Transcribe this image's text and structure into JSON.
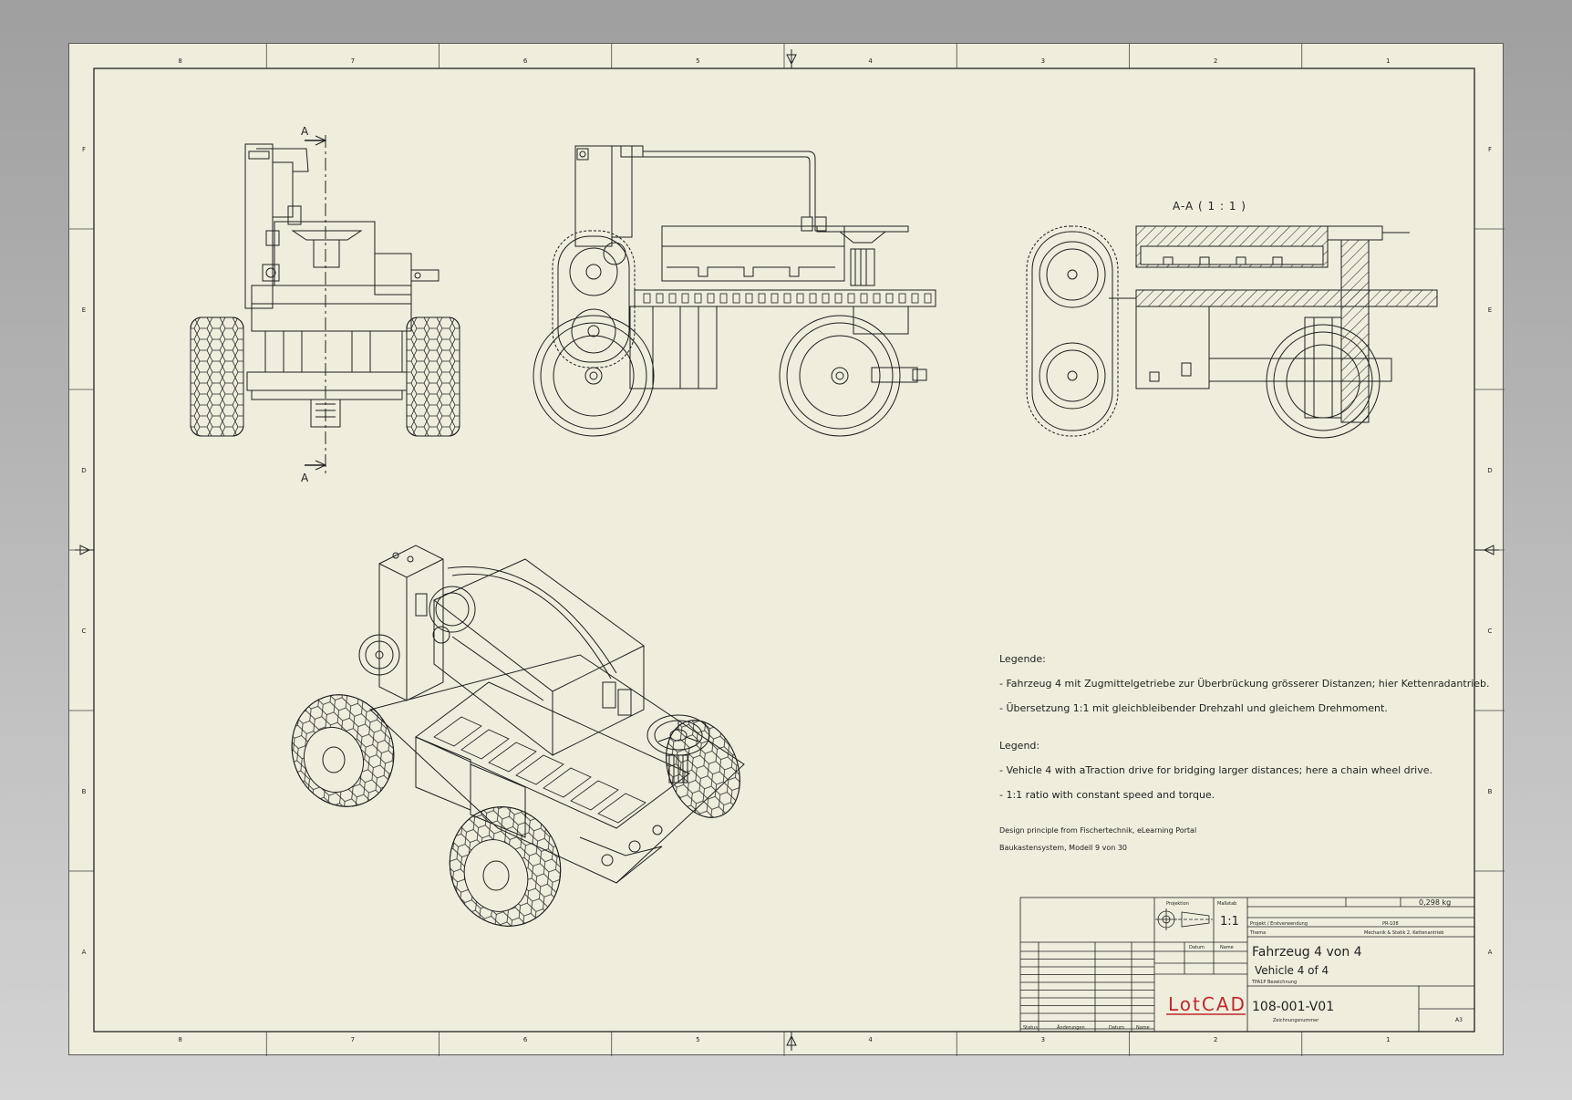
{
  "frame": {
    "top_columns": [
      "8",
      "7",
      "6",
      "5",
      "4",
      "3",
      "2",
      "1"
    ],
    "side_rows": [
      "F",
      "E",
      "D",
      "C",
      "B",
      "A"
    ]
  },
  "views": {
    "section_label": "A-A ( 1 : 1 )",
    "cut_marker": "A"
  },
  "legend_de": {
    "title": "Legende:",
    "line1": "- Fahrzeug 4 mit Zugmittelgetriebe zur Überbrückung grösserer Distanzen; hier Kettenradantrieb.",
    "line2": "- Übersetzung 1:1 mit gleichbleibender Drehzahl und gleichem Drehmoment."
  },
  "legend_en": {
    "title": "Legend:",
    "line1": "- Vehicle 4 with aTraction drive for bridging larger distances; here a chain wheel drive.",
    "line2": "- 1:1 ratio with constant speed and torque."
  },
  "credits": {
    "line1": "Design principle from Fischertechnik, eLearning Portal",
    "line2": "Baukastensystem, Modell 9 von 30"
  },
  "title_block": {
    "scale_label": "Maßstab",
    "scale": "1:1",
    "projection_label": "Projektion",
    "mass": "0,298 kg",
    "project_label": "Projekt / Erstverwendung",
    "project_code": "PR-108",
    "theme_label": "Thema",
    "theme_value": "Mechanik & Statik 2, Kettenantrieb",
    "datum_label": "Datum",
    "name_label": "Name",
    "title_de": "Fahrzeug 4 von 4",
    "title_en": "Vehicle 4 of 4",
    "subtitle": "TPA1P Bezeichnung",
    "logo": "LotCAD",
    "drawing_number": "108-001-V01",
    "drawing_number_label": "Zeichnungsnummer",
    "sheet_format": "A3",
    "rev_headers": [
      "Status",
      "Änderungen",
      "Datum",
      "Name"
    ]
  },
  "colors": {
    "paper": "#efeedd",
    "line": "#1e1e1e",
    "logo": "#c0282d"
  }
}
